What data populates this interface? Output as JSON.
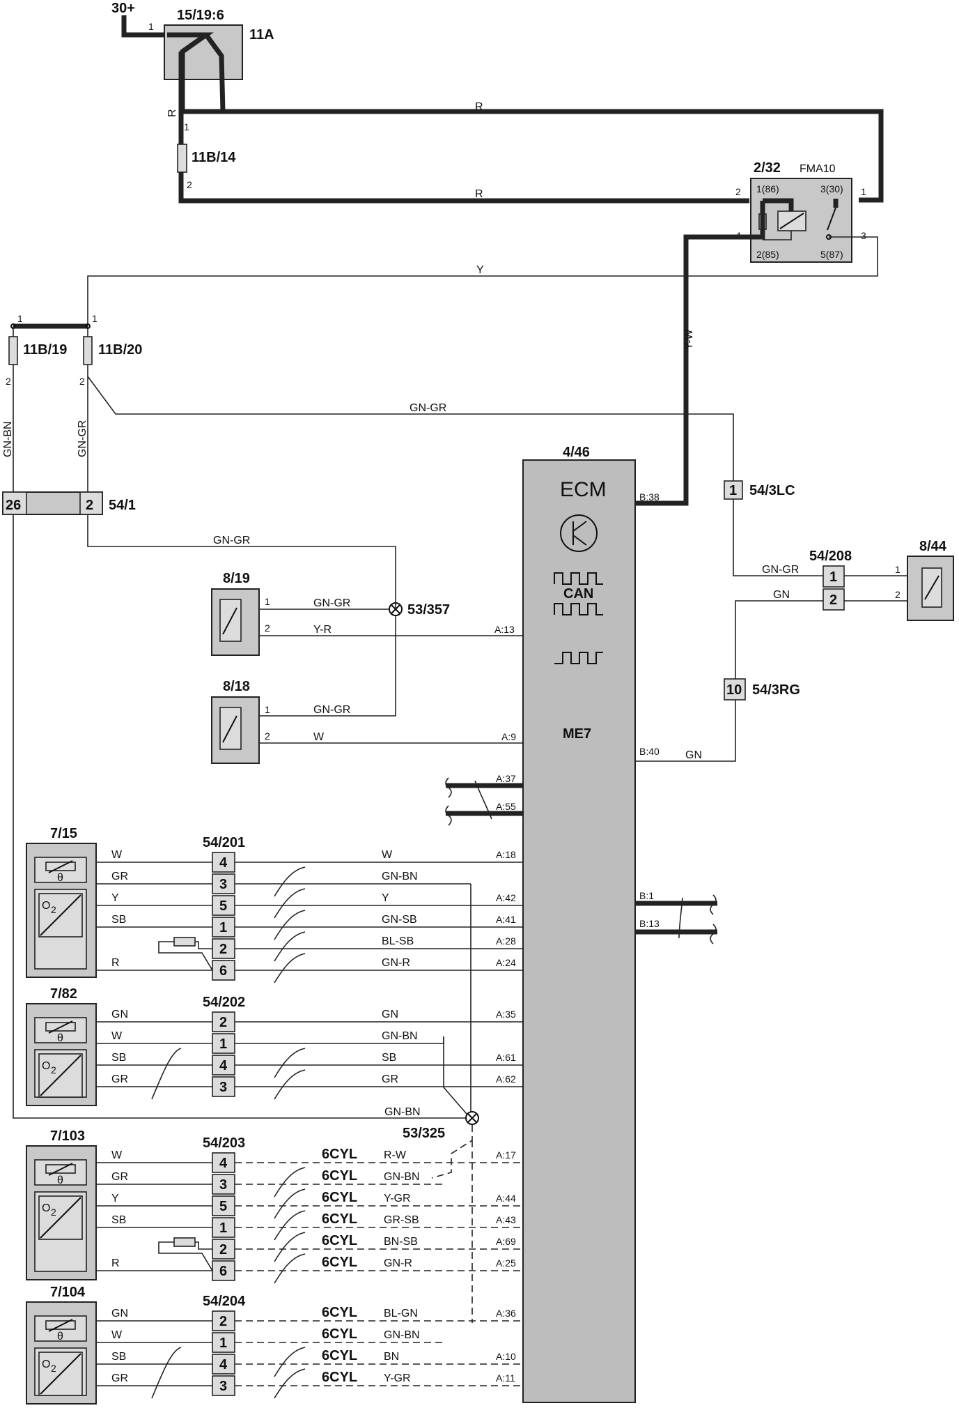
{
  "supply": {
    "label": "30+"
  },
  "fusebox": {
    "ref": "15/19:6",
    "fuse": "11A",
    "pin": "1"
  },
  "fuses": {
    "f14": {
      "ref": "11B/14",
      "pin1": "1",
      "pin2": "2"
    },
    "f19": {
      "ref": "11B/19",
      "pin1": "1",
      "pin2": "2"
    },
    "f20": {
      "ref": "11B/20",
      "pin1": "1",
      "pin2": "2"
    }
  },
  "relay": {
    "ref": "2/32",
    "name": "FMA10",
    "t86": "1(86)",
    "t30": "3(30)",
    "t85": "2(85)",
    "t87": "5(87)",
    "ext2": "2",
    "ext1": "1",
    "ext4": "4",
    "ext3": "3"
  },
  "connectors": {
    "c541": {
      "ref": "54/1",
      "p1": "26",
      "p2": "2"
    },
    "c543lc": {
      "ref": "54/3LC",
      "pin": "1"
    },
    "c543rg": {
      "ref": "54/3RG",
      "pin": "10"
    },
    "c54208": {
      "ref": "54/208",
      "p1": "1",
      "p2": "2"
    },
    "c54201": {
      "ref": "54/201",
      "pins": [
        "4",
        "3",
        "5",
        "1",
        "2",
        "6"
      ]
    },
    "c54202": {
      "ref": "54/202",
      "pins": [
        "2",
        "1",
        "4",
        "3"
      ]
    },
    "c54203": {
      "ref": "54/203",
      "pins": [
        "4",
        "3",
        "5",
        "1",
        "2",
        "6"
      ]
    },
    "c54204": {
      "ref": "54/204",
      "pins": [
        "2",
        "1",
        "4",
        "3"
      ]
    }
  },
  "splices": {
    "s357": "53/357",
    "s325": "53/325"
  },
  "ecm": {
    "ref": "4/46",
    "title": "ECM",
    "can": "CAN",
    "me7": "ME7",
    "pins": {
      "b38": "B:38",
      "b40": "B:40",
      "b1": "B:1",
      "b13": "B:13",
      "a13": "A:13",
      "a9": "A:9",
      "a37": "A:37",
      "a55": "A:55",
      "a18": "A:18",
      "a42": "A:42",
      "a41": "A:41",
      "a28": "A:28",
      "a24": "A:24",
      "a35": "A:35",
      "a61": "A:61",
      "a62": "A:62",
      "a17": "A:17",
      "a44": "A:44",
      "a43": "A:43",
      "a69": "A:69",
      "a25": "A:25",
      "a36": "A:36",
      "a10": "A:10",
      "a11": "A:11"
    }
  },
  "components": {
    "c819": {
      "ref": "8/19",
      "p1": "1",
      "p2": "2"
    },
    "c818": {
      "ref": "8/18",
      "p1": "1",
      "p2": "2"
    },
    "c844": {
      "ref": "8/44",
      "p1": "1",
      "p2": "2"
    },
    "c715": {
      "ref": "7/15"
    },
    "c782": {
      "ref": "7/82"
    },
    "c7103": {
      "ref": "7/103"
    },
    "c7104": {
      "ref": "7/104"
    }
  },
  "symbols": {
    "theta": "θ",
    "o2": "O",
    "o2sub": "2"
  },
  "variant": "6CYL",
  "wires": {
    "r_top": "R",
    "r_vert": "R",
    "r_bottom": "R",
    "y": "Y",
    "yw": "Y-W",
    "gngr_top": "GN-GR",
    "gnbn_left": "GN-BN",
    "gngr_left": "GN-GR",
    "gngr_541": "GN-GR",
    "gngr_819": "GN-GR",
    "yr_819": "Y-R",
    "gngr_818": "GN-GR",
    "w_818": "W",
    "gngr_208": "GN-GR",
    "gn_208": "GN",
    "gn_b40": "GN",
    "s715": [
      "W",
      "GR",
      "Y",
      "SB",
      "R"
    ],
    "e715": [
      "W",
      "GN-BN",
      "Y",
      "GN-SB",
      "BL-SB",
      "GN-R"
    ],
    "s782": [
      "GN",
      "W",
      "SB",
      "GR"
    ],
    "e782": [
      "GN",
      "GN-BN",
      "SB",
      "GR"
    ],
    "gnbn_splice": "GN-BN",
    "s7103": [
      "W",
      "GR",
      "Y",
      "SB",
      "R"
    ],
    "e7103": [
      "R-W",
      "GN-BN",
      "Y-GR",
      "GR-SB",
      "BN-SB",
      "GN-R"
    ],
    "s7104": [
      "GN",
      "W",
      "SB",
      "GR"
    ],
    "e7104": [
      "BL-GN",
      "GN-BN",
      "BN",
      "Y-GR"
    ]
  }
}
